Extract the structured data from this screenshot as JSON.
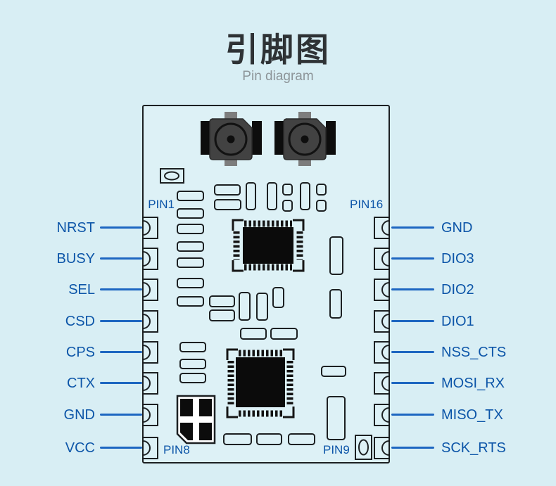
{
  "header": {
    "title": "引脚图",
    "subtitle": "Pin diagram"
  },
  "diagram": {
    "corner_labels": {
      "pin1": "PIN1",
      "pin16": "PIN16",
      "pin8": "PIN8",
      "pin9": "PIN9"
    },
    "pins": {
      "left": [
        "NRST",
        "BUSY",
        "SEL",
        "CSD",
        "CPS",
        "CTX",
        "GND",
        "VCC"
      ],
      "right": [
        "GND",
        "DIO3",
        "DIO2",
        "DIO1",
        "NSS_CTS",
        "MOSI_RX",
        "MISO_TX",
        "SCK_RTS"
      ]
    },
    "colors": {
      "background": "#d8eef4",
      "board_fill": "#ddf1f6",
      "outline": "#1c2022",
      "label_blue": "#0c55a8",
      "line_blue": "#1d66c1",
      "title_color": "#2e3235",
      "subtitle_color": "#8d9599",
      "chip_black": "#0b0b0b",
      "connector_body_gray": "#424242",
      "connector_tab_black": "#0d0d0d",
      "connector_tab_gray": "#7d7d7d"
    }
  }
}
